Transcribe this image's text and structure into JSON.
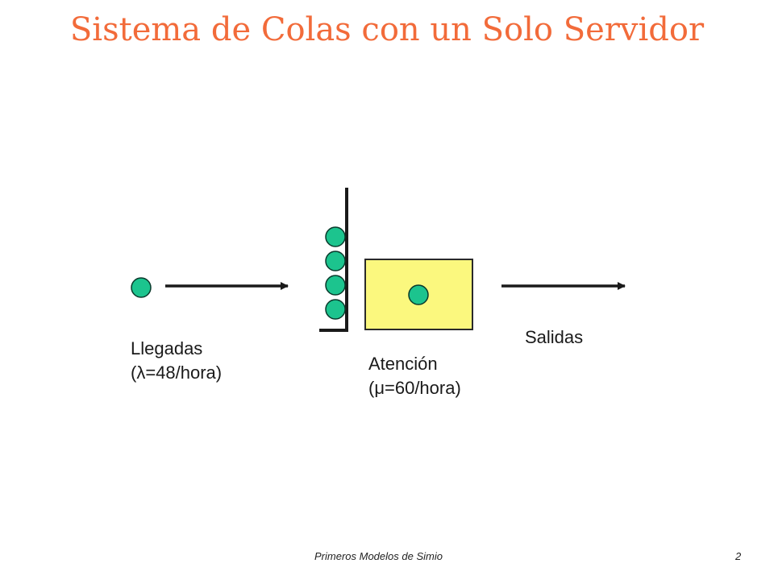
{
  "slide": {
    "title": "Sistema de Colas con un Solo Servidor",
    "footer": {
      "text": "Primeros Modelos de Simio",
      "page_number": "2"
    }
  },
  "diagram": {
    "arrivals": {
      "title": "Llegadas",
      "rate": "(λ=48/hora)"
    },
    "service": {
      "title": "Atención",
      "rate": "(μ=60/hora)"
    },
    "exits": {
      "title": "Salidas"
    },
    "queue_length": 4,
    "entity_in_service": 1,
    "colors": {
      "entity_fill": "#1cc48e",
      "entity_stroke": "#0a3a2c",
      "server_fill": "#fbf87e",
      "server_stroke": "#2a2a2a",
      "line": "#1a1a1a",
      "title": "#f26b3a"
    }
  }
}
